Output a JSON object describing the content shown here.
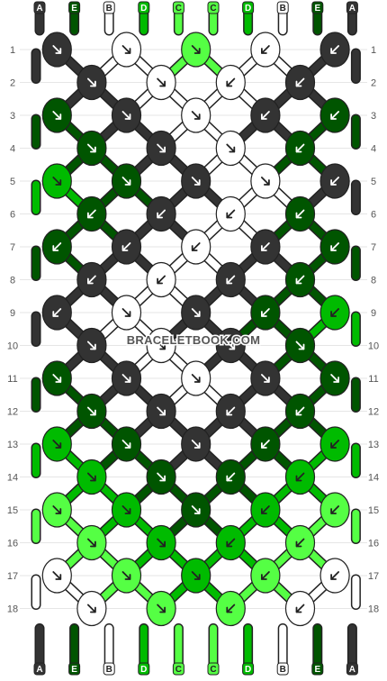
{
  "watermark": "BRACELETBOOK.COM",
  "strand_labels": [
    "A",
    "E",
    "B",
    "D",
    "C",
    "C",
    "D",
    "B",
    "E",
    "A"
  ],
  "row_labels": [
    "1",
    "2",
    "3",
    "4",
    "5",
    "6",
    "7",
    "8",
    "9",
    "10",
    "11",
    "12",
    "13",
    "14",
    "15",
    "16",
    "17",
    "18"
  ],
  "colors": {
    "A": "#333333",
    "B": "#ffffff",
    "C": "#55ff44",
    "D": "#00bb00",
    "E": "#005500"
  },
  "knot_rows": [
    [
      [
        "A",
        "se"
      ],
      [
        "B",
        "se"
      ],
      [
        "C",
        "se"
      ],
      [
        "B",
        "sw"
      ],
      [
        "A",
        "sw"
      ]
    ],
    [
      [
        "A",
        "se"
      ],
      [
        "B",
        "se"
      ],
      [
        "B",
        "sw"
      ],
      [
        "A",
        "sw"
      ]
    ],
    [
      [
        "E",
        "se"
      ],
      [
        "A",
        "se"
      ],
      [
        "B",
        "se"
      ],
      [
        "A",
        "sw"
      ],
      [
        "E",
        "sw"
      ]
    ],
    [
      [
        "E",
        "se"
      ],
      [
        "A",
        "se"
      ],
      [
        "B",
        "se"
      ],
      [
        "E",
        "sw"
      ]
    ],
    [
      [
        "D",
        "se"
      ],
      [
        "E",
        "se"
      ],
      [
        "A",
        "se"
      ],
      [
        "B",
        "se"
      ],
      [
        "A",
        "sw"
      ]
    ],
    [
      [
        "E",
        "sw"
      ],
      [
        "A",
        "sw"
      ],
      [
        "B",
        "sw"
      ],
      [
        "E",
        "sw"
      ]
    ],
    [
      [
        "E",
        "sw"
      ],
      [
        "A",
        "sw"
      ],
      [
        "B",
        "sw"
      ],
      [
        "A",
        "sw"
      ],
      [
        "E",
        "sw"
      ]
    ],
    [
      [
        "A",
        "sw"
      ],
      [
        "B",
        "sw"
      ],
      [
        "A",
        "sw"
      ],
      [
        "E",
        "sw"
      ]
    ],
    [
      [
        "A",
        "sw"
      ],
      [
        "B",
        "se"
      ],
      [
        "A",
        "se"
      ],
      [
        "E",
        "sw"
      ],
      [
        "D",
        "sw"
      ]
    ],
    [
      [
        "A",
        "se"
      ],
      [
        "B",
        "se"
      ],
      [
        "A",
        "se"
      ],
      [
        "E",
        "se"
      ]
    ],
    [
      [
        "E",
        "se"
      ],
      [
        "A",
        "se"
      ],
      [
        "B",
        "se"
      ],
      [
        "A",
        "se"
      ],
      [
        "E",
        "se"
      ]
    ],
    [
      [
        "E",
        "se"
      ],
      [
        "A",
        "se"
      ],
      [
        "A",
        "sw"
      ],
      [
        "E",
        "sw"
      ]
    ],
    [
      [
        "D",
        "se"
      ],
      [
        "E",
        "se"
      ],
      [
        "A",
        "se"
      ],
      [
        "E",
        "sw"
      ],
      [
        "D",
        "sw"
      ]
    ],
    [
      [
        "D",
        "se"
      ],
      [
        "E",
        "se"
      ],
      [
        "E",
        "sw"
      ],
      [
        "D",
        "sw"
      ]
    ],
    [
      [
        "C",
        "se"
      ],
      [
        "D",
        "se"
      ],
      [
        "E",
        "se"
      ],
      [
        "D",
        "sw"
      ],
      [
        "C",
        "sw"
      ]
    ],
    [
      [
        "C",
        "se"
      ],
      [
        "D",
        "se"
      ],
      [
        "D",
        "sw"
      ],
      [
        "C",
        "sw"
      ]
    ],
    [
      [
        "B",
        "se"
      ],
      [
        "C",
        "se"
      ],
      [
        "D",
        "se"
      ],
      [
        "C",
        "sw"
      ],
      [
        "B",
        "sw"
      ]
    ],
    [
      [
        "B",
        "se"
      ],
      [
        "C",
        "se"
      ],
      [
        "C",
        "sw"
      ],
      [
        "B",
        "sw"
      ]
    ]
  ]
}
